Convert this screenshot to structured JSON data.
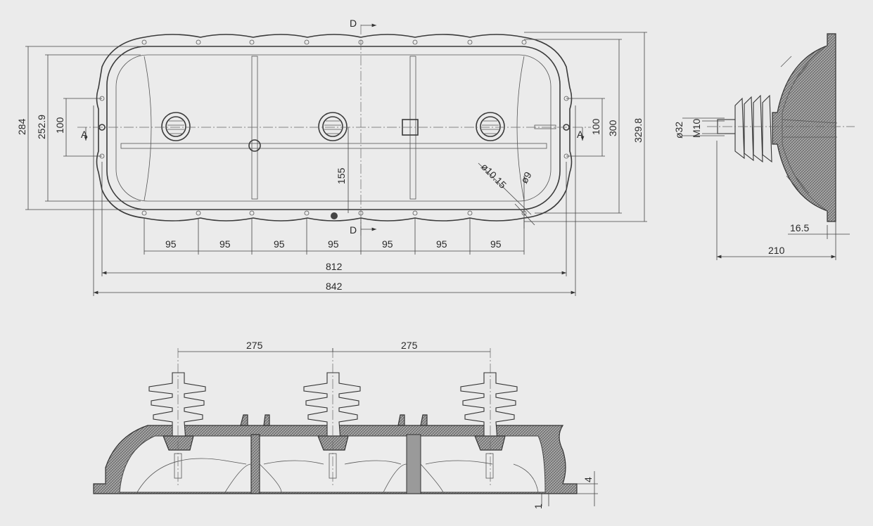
{
  "section_markers": {
    "d": "D",
    "a": "A"
  },
  "top_view": {
    "horizontal_dims": {
      "pitch": "95",
      "inner_width": "812",
      "outer_width": "842"
    },
    "vertical_dims": {
      "outer_height": "284",
      "inner_height": "252.9",
      "left_bolt_spacing": "100",
      "right_bolt_spacing": "100",
      "right_height": "300",
      "total_height": "329.8",
      "center_offset": "155"
    },
    "hole_dims": {
      "hole_large": "ø10.15",
      "hole_small": "ø9"
    }
  },
  "side_view": {
    "dia": "ø32",
    "thread": "M10",
    "flange": "16.5",
    "depth": "210"
  },
  "front_view": {
    "spacing_left": "275",
    "spacing_right": "275",
    "dim_4": "4",
    "dim_1": "1"
  }
}
